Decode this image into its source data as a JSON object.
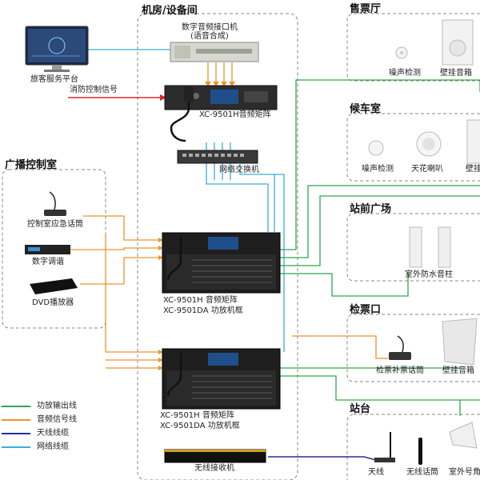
{
  "machine_room": {
    "title": "机房/设备间",
    "audio_interface_line1": "数字音频接口机",
    "audio_interface_line2": "(语音合成)",
    "fire_signal": "消防控制信号",
    "matrix_top": "XC-9501H音频矩阵",
    "network_switch": "网络交换机",
    "rack1_line1": "XC-9501H  音频矩阵",
    "rack1_line2": "XC-9501DA  功放机框",
    "rack2_line1": "XC-9501H  音频矩阵",
    "rack2_line2": "XC-9501DA  功放机框",
    "wireless_receiver": "无线接收机"
  },
  "passenger_platform": "旅客服务平台",
  "broadcast_room": {
    "title": "广播控制室",
    "emergency_mic": "控制室应急话筒",
    "tuner": "数字调谐",
    "dvd": "DVD播放器"
  },
  "legend": [
    {
      "label": "功放输出线",
      "color": "#2fa84f"
    },
    {
      "label": "音频信号线",
      "color": "#f0922b"
    },
    {
      "label": "天线线缆",
      "color": "#2a2f8f"
    },
    {
      "label": "网络线缆",
      "color": "#3aaed8"
    }
  ],
  "zones": {
    "ticket_hall": {
      "title": "售票厅",
      "items": [
        "噪声检测",
        "壁挂音箱"
      ]
    },
    "waiting_room": {
      "title": "候车室",
      "items": [
        "噪声检测",
        "天花喇叭",
        "壁挂"
      ]
    },
    "station_square": {
      "title": "站前广场",
      "items": [
        "室外防水音柱"
      ]
    },
    "ticket_gate": {
      "title": "检票口",
      "items": [
        "检票补票话筒",
        "壁挂音箱"
      ]
    },
    "platform": {
      "title": "站台",
      "items": [
        "天线",
        "无线话筒",
        "室外号角"
      ]
    }
  },
  "colors": {
    "amp_output": "#2fa84f",
    "audio_signal": "#f0922b",
    "antenna": "#2a2f8f",
    "network": "#3aaed8",
    "fire": "#d9262b",
    "dashed_border": "#888888"
  }
}
